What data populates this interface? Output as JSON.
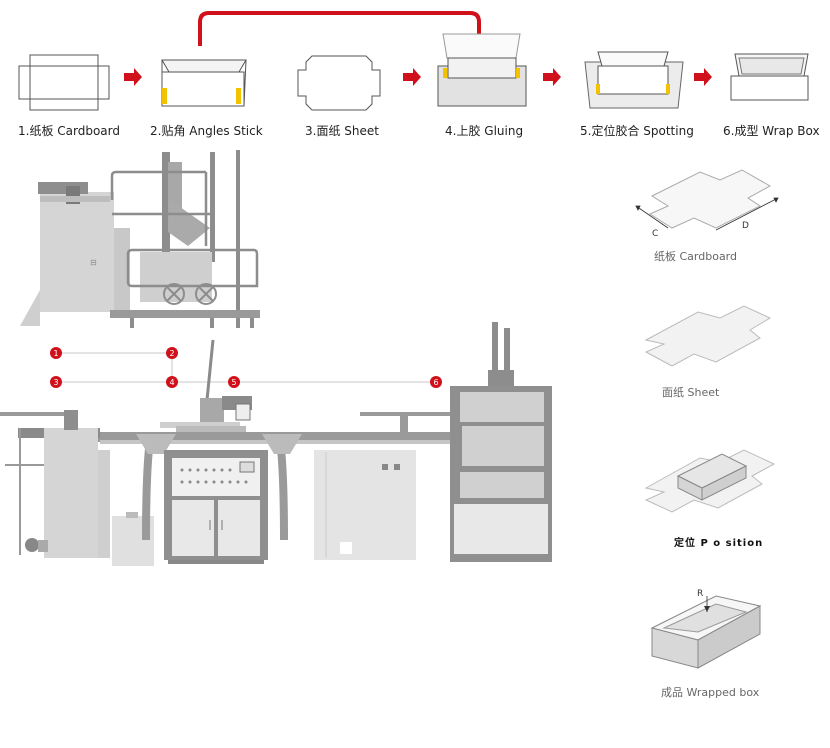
{
  "steps": [
    {
      "label": "1.纸板 Cardboard"
    },
    {
      "label": "2.贴角 Angles Stick"
    },
    {
      "label": "3.面纸 Sheet"
    },
    {
      "label": "4.上胶 Gluing"
    },
    {
      "label": "5.定位胶合 Spotting"
    },
    {
      "label": "6.成型 Wrap Box"
    }
  ],
  "side_panel": {
    "cardboard": {
      "label": "纸板 Cardboard",
      "dim_c": "C",
      "dim_d": "D"
    },
    "sheet": {
      "label": "面纸 Sheet"
    },
    "position": {
      "label": "定位 P o sition"
    },
    "wrapped": {
      "label": "成品 Wrapped box",
      "dim_r": "R"
    }
  },
  "markers": [
    "1",
    "2",
    "3",
    "4",
    "5",
    "6"
  ],
  "colors": {
    "accent": "#d0111b",
    "machine": "#9a9a9a",
    "machine_light": "#d9d9d9",
    "glue": "#f2c200"
  }
}
